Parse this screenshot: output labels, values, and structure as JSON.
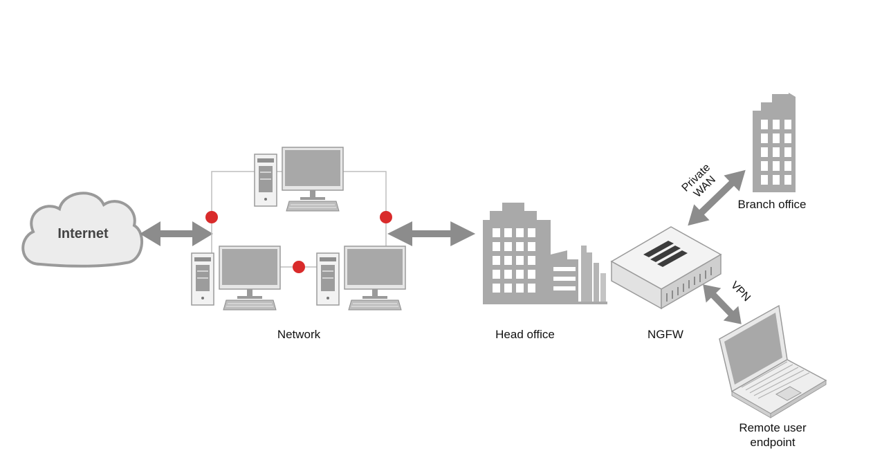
{
  "labels": {
    "internet": "Internet",
    "network": "Network",
    "head_office": "Head office",
    "ngfw": "NGFW",
    "branch_office": "Branch office",
    "remote_user_line1": "Remote user",
    "remote_user_line2": "endpoint",
    "private_wan_line1": "Private",
    "private_wan_line2": "WAN",
    "vpn": "VPN"
  },
  "colors": {
    "device_gray": "#a9a9a9",
    "light_gray": "#d9d9d9",
    "arrow_gray": "#8c8c8c",
    "node_red": "#d92b2b"
  }
}
